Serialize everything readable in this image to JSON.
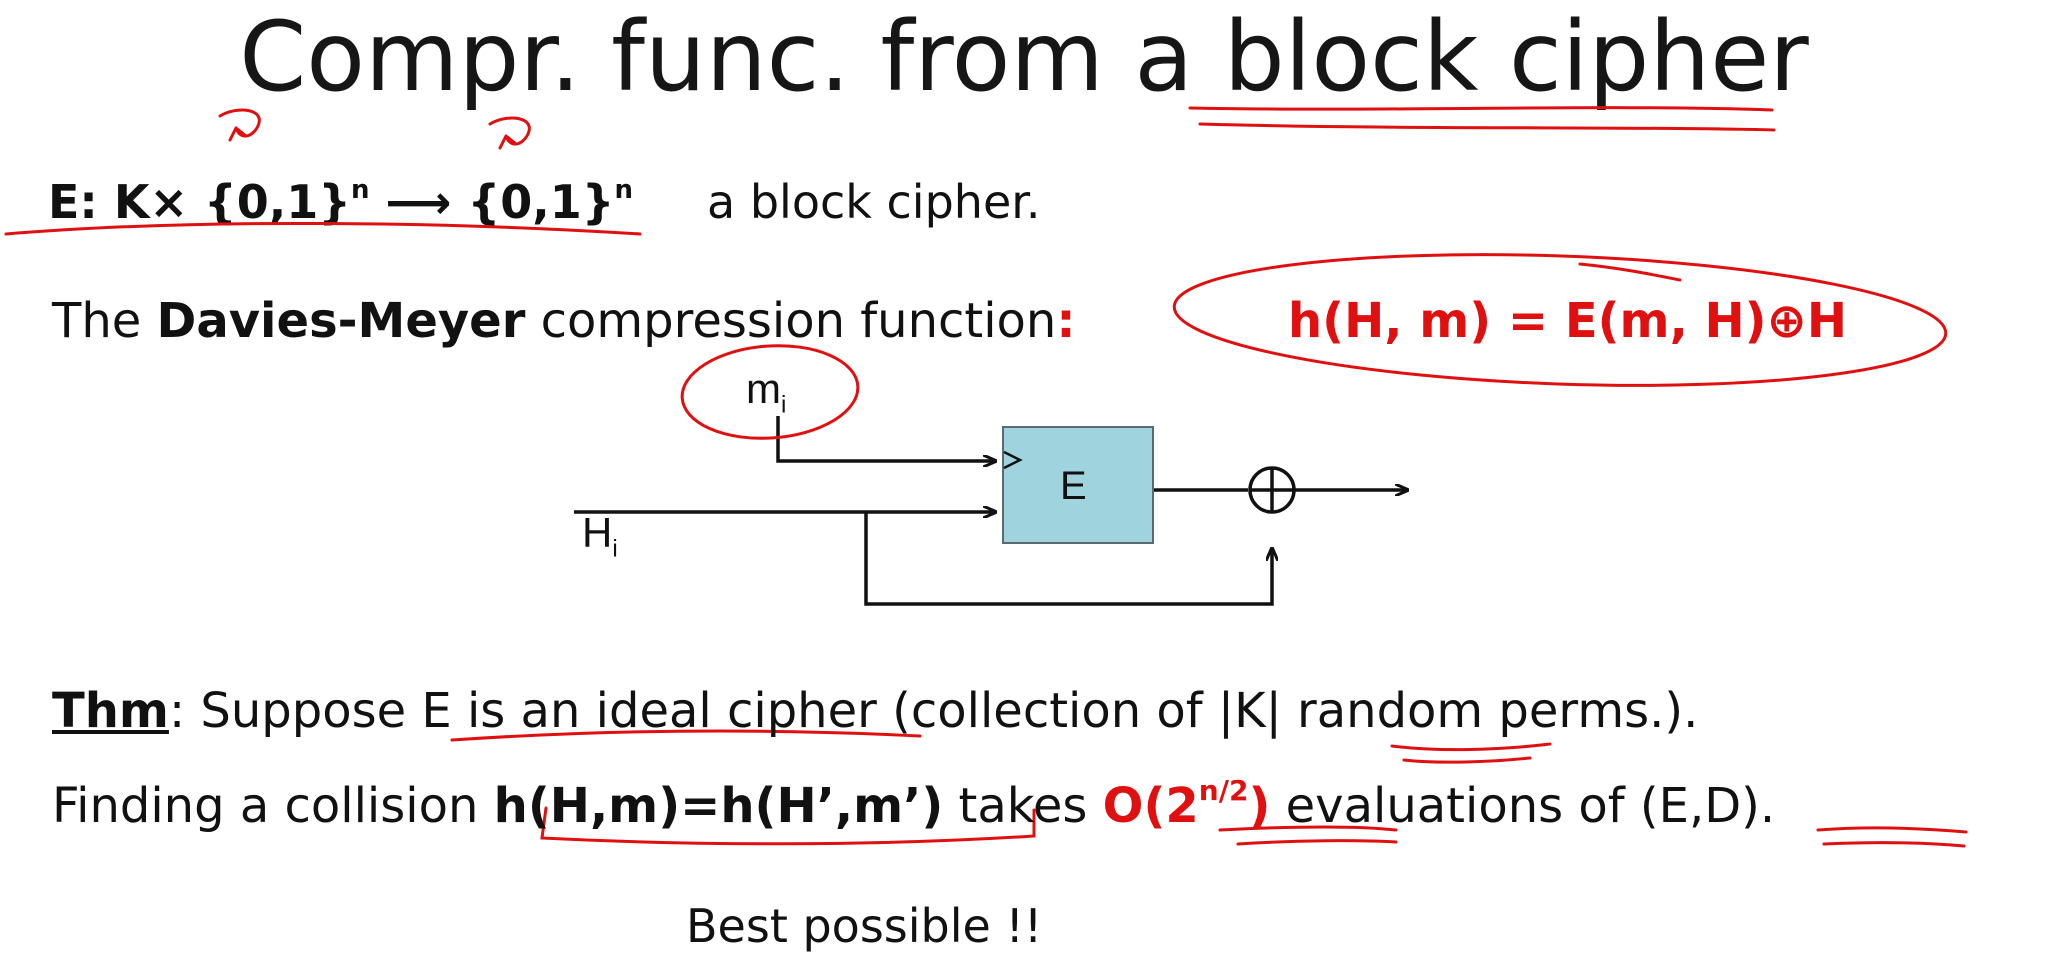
{
  "title": "Compr. func. from a block cipher",
  "definition": {
    "signature_prefix": "E: K× {0,1}",
    "exp1": "n",
    "arrow": " ⟶ ",
    "codomain": "{0,1}",
    "exp2": "n",
    "suffix": "a block cipher."
  },
  "davies_meyer": {
    "prefix": "The ",
    "name": "Davies-Meyer",
    "suffix": " compression function",
    "colon": ":",
    "formula": "h(H, m) = E(m, H)⊕H"
  },
  "diagram": {
    "block_label": "E",
    "input_m": "m",
    "input_m_sub": "i",
    "input_H": "H",
    "input_H_sub": "i",
    "xor_symbol": "⊕",
    "block_color": "#9fd3de"
  },
  "theorem": {
    "label": "Thm",
    "line1_rest": ":   Suppose E is an ideal cipher (collection of |K| random perms.).",
    "line2_a": "Finding a collision ",
    "line2_collision": "h(H,m)=h(H’,m’)",
    "line2_b": "  takes ",
    "line2_complexity_base": "O(2",
    "line2_complexity_exp": "n/2",
    "line2_complexity_close": ")",
    "line2_c": " evaluations of (E,D)."
  },
  "conclusion": "Best possible !!",
  "annotation_color": "#e01010"
}
